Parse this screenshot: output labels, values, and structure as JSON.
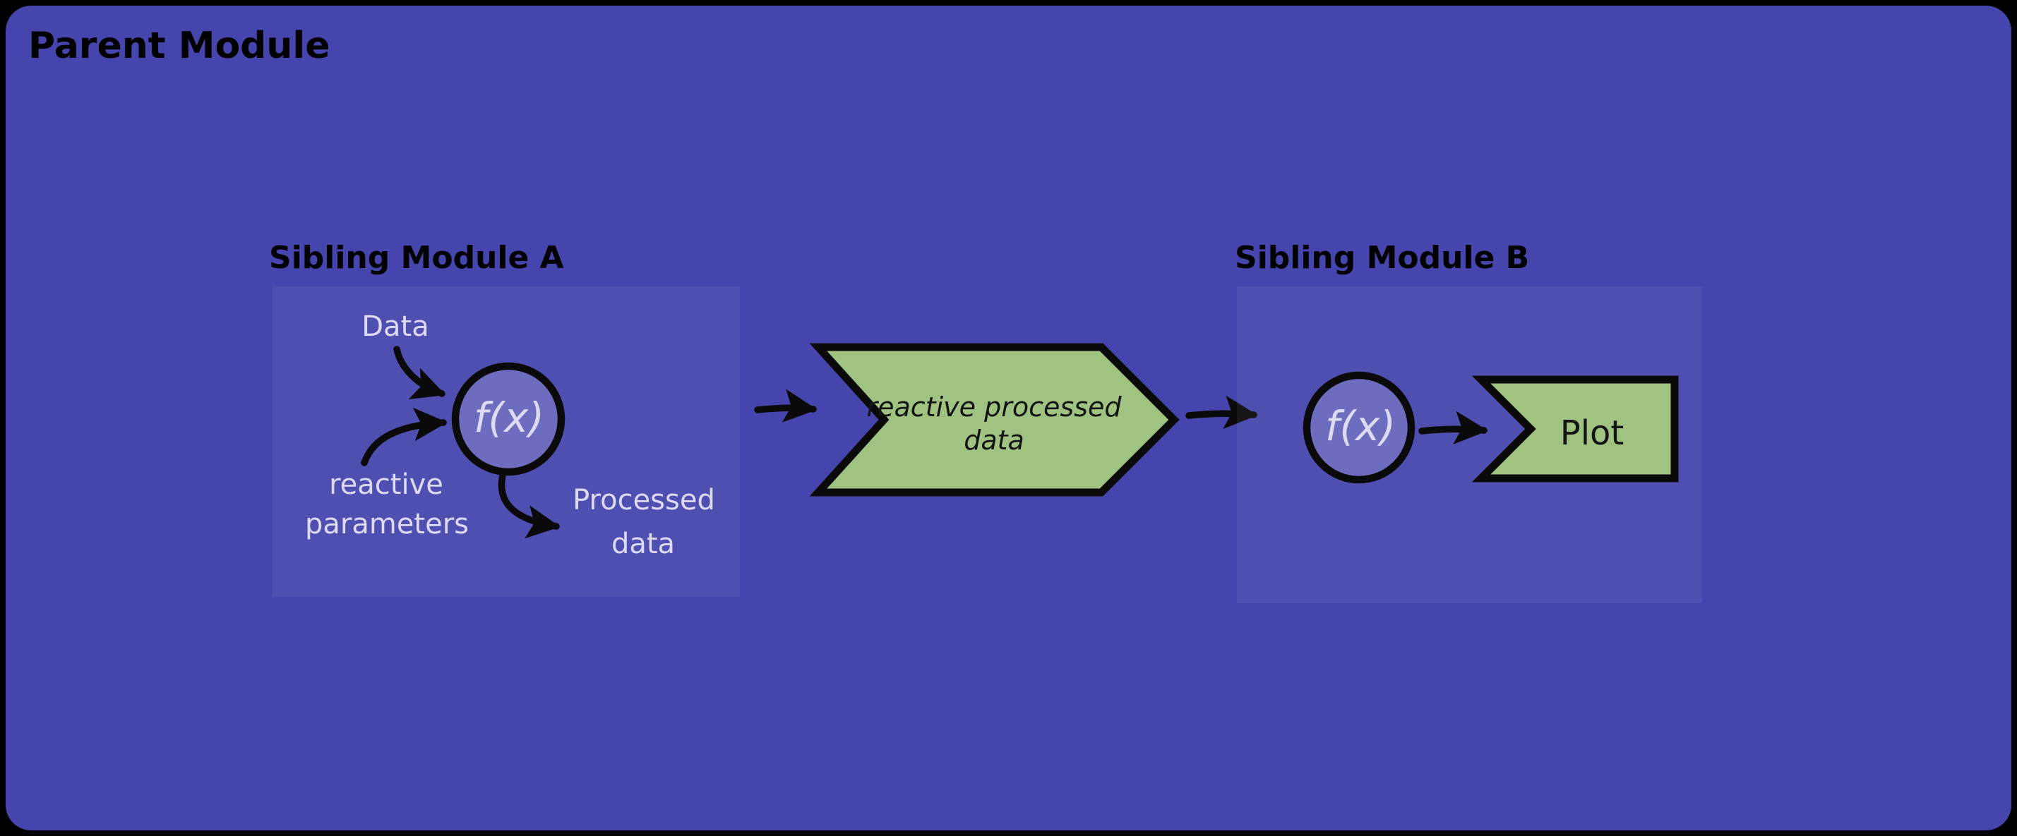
{
  "diagram": {
    "parent_title": "Parent Module",
    "module_a": {
      "title": "Sibling Module A",
      "data_label": "Data",
      "reactive_label": [
        "reactive",
        "parameters"
      ],
      "fx_label": "f(x)",
      "processed_label": [
        "Processed",
        "data"
      ]
    },
    "pipe": {
      "label": [
        "reactive processed",
        "data"
      ]
    },
    "module_b": {
      "title": "Sibling Module B",
      "fx_label": "f(x)",
      "plot_label": "Plot"
    },
    "colors": {
      "page_background": "#000000",
      "parent_fill": "#4645AD",
      "module_box_fill": "rgba(255,255,255,0.05)",
      "node_circle_fill": "#6E6CBE",
      "green_shape_fill": "#A0C382",
      "outline_and_arrows": "#0A0A0A",
      "light_text": "#DCDBF2",
      "dark_text": "#000000"
    }
  }
}
